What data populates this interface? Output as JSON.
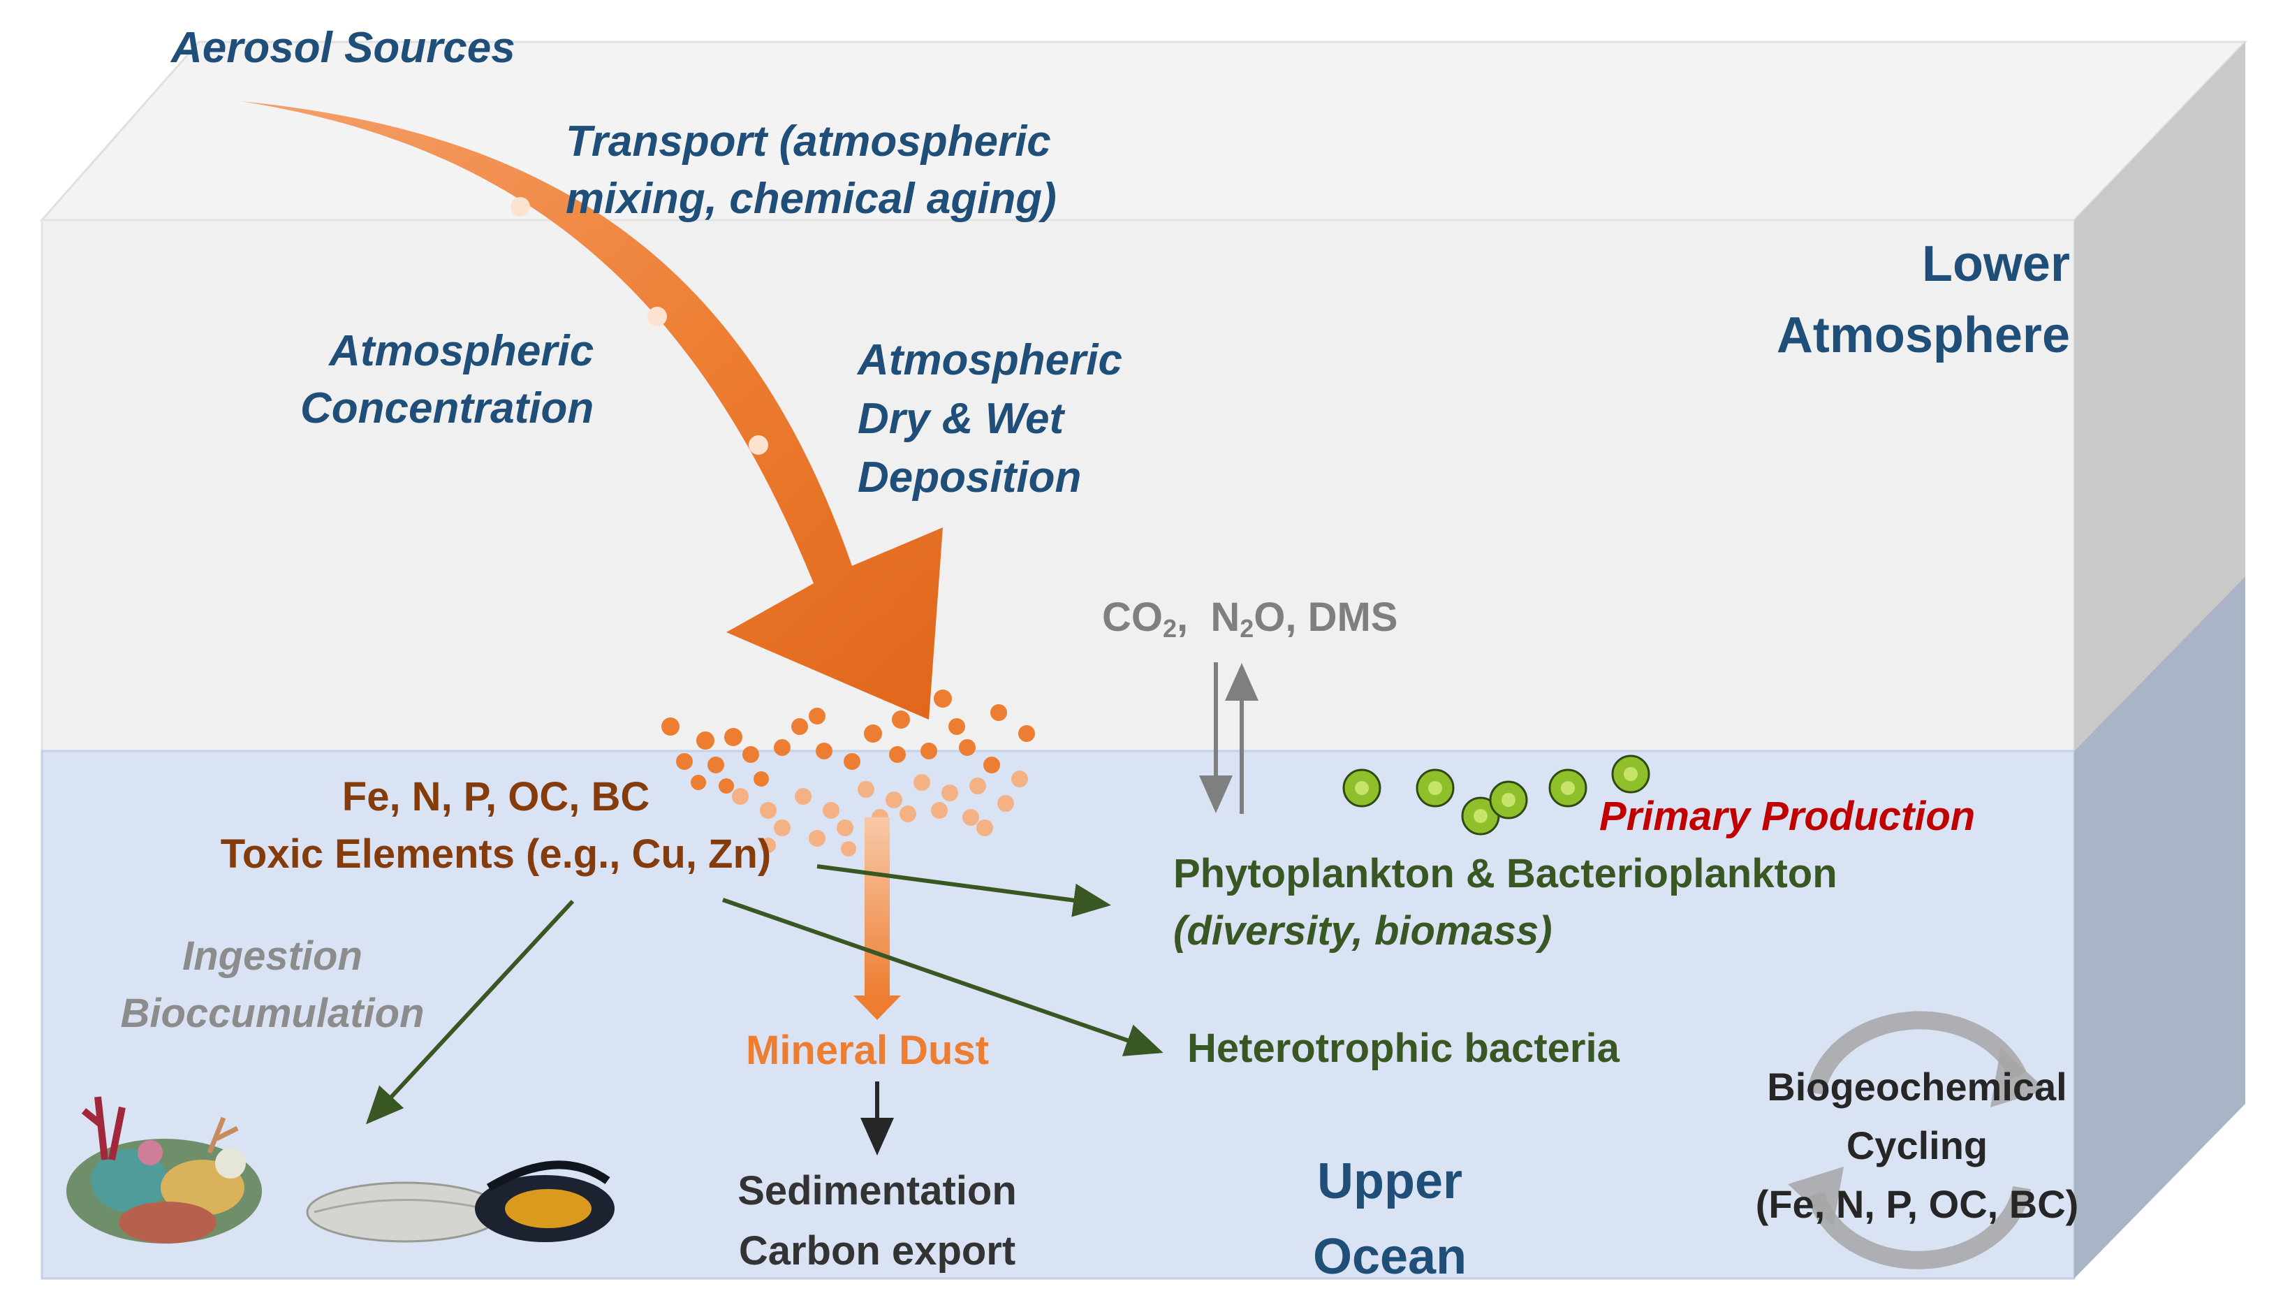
{
  "labels": {
    "aerosol_sources": "Aerosol Sources",
    "transport": [
      "Transport (atmospheric",
      "mixing, chemical aging)"
    ],
    "atm_concentration": [
      "Atmospheric",
      "Concentration"
    ],
    "deposition": [
      "Atmospheric",
      "Dry & Wet",
      "Deposition"
    ],
    "lower_atmosphere": [
      "Lower",
      "Atmosphere"
    ],
    "gases": {
      "co": "CO",
      "co_sub": "2",
      "sep": ",  ",
      "n": "N",
      "n_sub": "2",
      "rest": "O, DMS"
    },
    "nutrients": [
      "Fe, N, P, OC, BC",
      "Toxic Elements (e.g., Cu, Zn)"
    ],
    "ingestion": [
      "Ingestion",
      "Bioccumulation"
    ],
    "primary_production": "Primary Production",
    "plankton": "Phytoplankton & Bacterioplankton",
    "plankton_sub": "(diversity, biomass)",
    "mineral_dust": "Mineral Dust",
    "heterotrophic": "Heterotrophic bacteria",
    "sedimentation": [
      "Sedimentation",
      "Carbon export"
    ],
    "upper_ocean": [
      "Upper",
      "Ocean"
    ],
    "biogeochemical": [
      "Biogeochemical",
      "Cycling",
      "(Fe, N, P, OC, BC)"
    ]
  },
  "colors": {
    "atmosphere_front": "#f0f0f0",
    "atmosphere_top": "#f3f3f3",
    "atmosphere_side": "#c9c9c9",
    "ocean_front": "#dae3f3",
    "ocean_side": "#a9b5c6",
    "arrow_orange": "#ed7d31",
    "arrow_green": "#385723",
    "text_blue": "#1f4e79"
  }
}
